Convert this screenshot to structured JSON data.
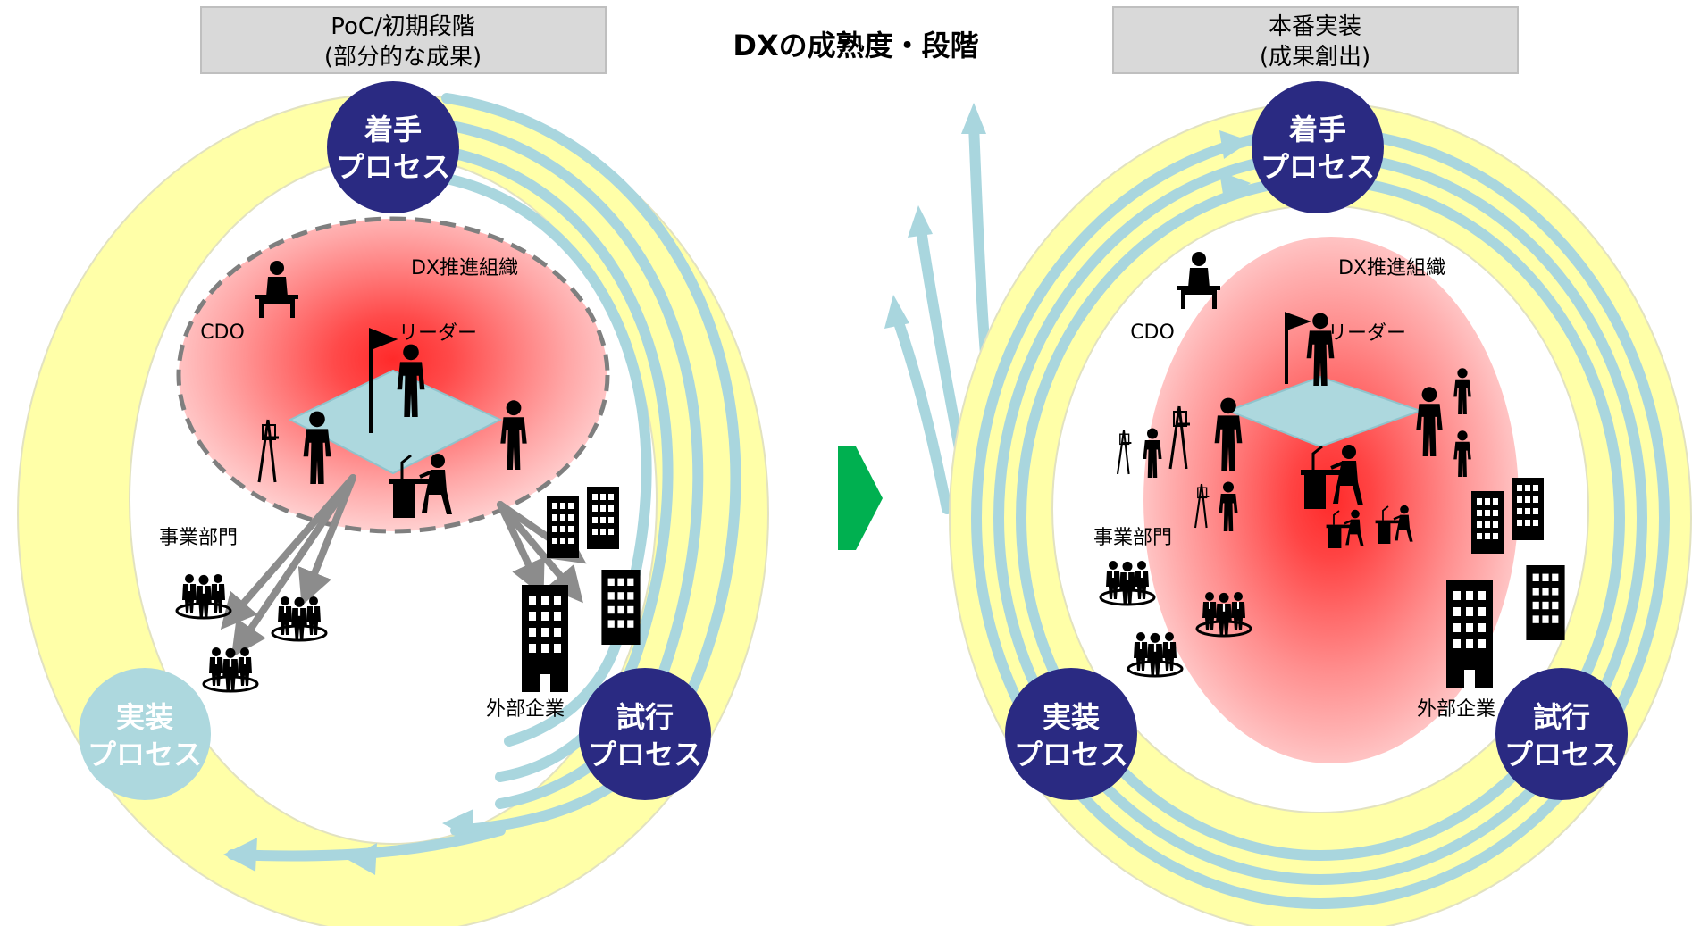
{
  "title": "DXの成熟度・段階",
  "colors": {
    "navy": "#2a2a82",
    "light_blue": "#add8de",
    "ring_yellow": "#ffffa8",
    "arrow_blue": "#a9d6de",
    "core_red": "#ff2a2a",
    "green_arrow": "#00b050",
    "grey_box": "#d9d9d9"
  },
  "left": {
    "stage_line1": "PoC/初期段階",
    "stage_line2": "(部分的な成果)",
    "dx_org": "DX推進組織",
    "cdo": "CDO",
    "leader": "リーダー",
    "business_units": "事業部門",
    "external": "外部企業",
    "start_line1": "着手",
    "start_line2": "プロセス",
    "trial_line1": "試行",
    "trial_line2": "プロセス",
    "impl_line1": "実装",
    "impl_line2": "プロセス"
  },
  "right": {
    "stage_line1": "本番実装",
    "stage_line2": "(成果創出)",
    "dx_org": "DX推進組織",
    "cdo": "CDO",
    "leader": "リーダー",
    "business_units": "事業部門",
    "external": "外部企業",
    "start_line1": "着手",
    "start_line2": "プロセス",
    "trial_line1": "試行",
    "trial_line2": "プロセス",
    "impl_line1": "実装",
    "impl_line2": "プロセス"
  },
  "icons": [
    "person-icon",
    "seated-person-icon",
    "flag-icon",
    "easel-icon",
    "desk-icon",
    "building-icon",
    "group-icon",
    "arrow-icon"
  ]
}
